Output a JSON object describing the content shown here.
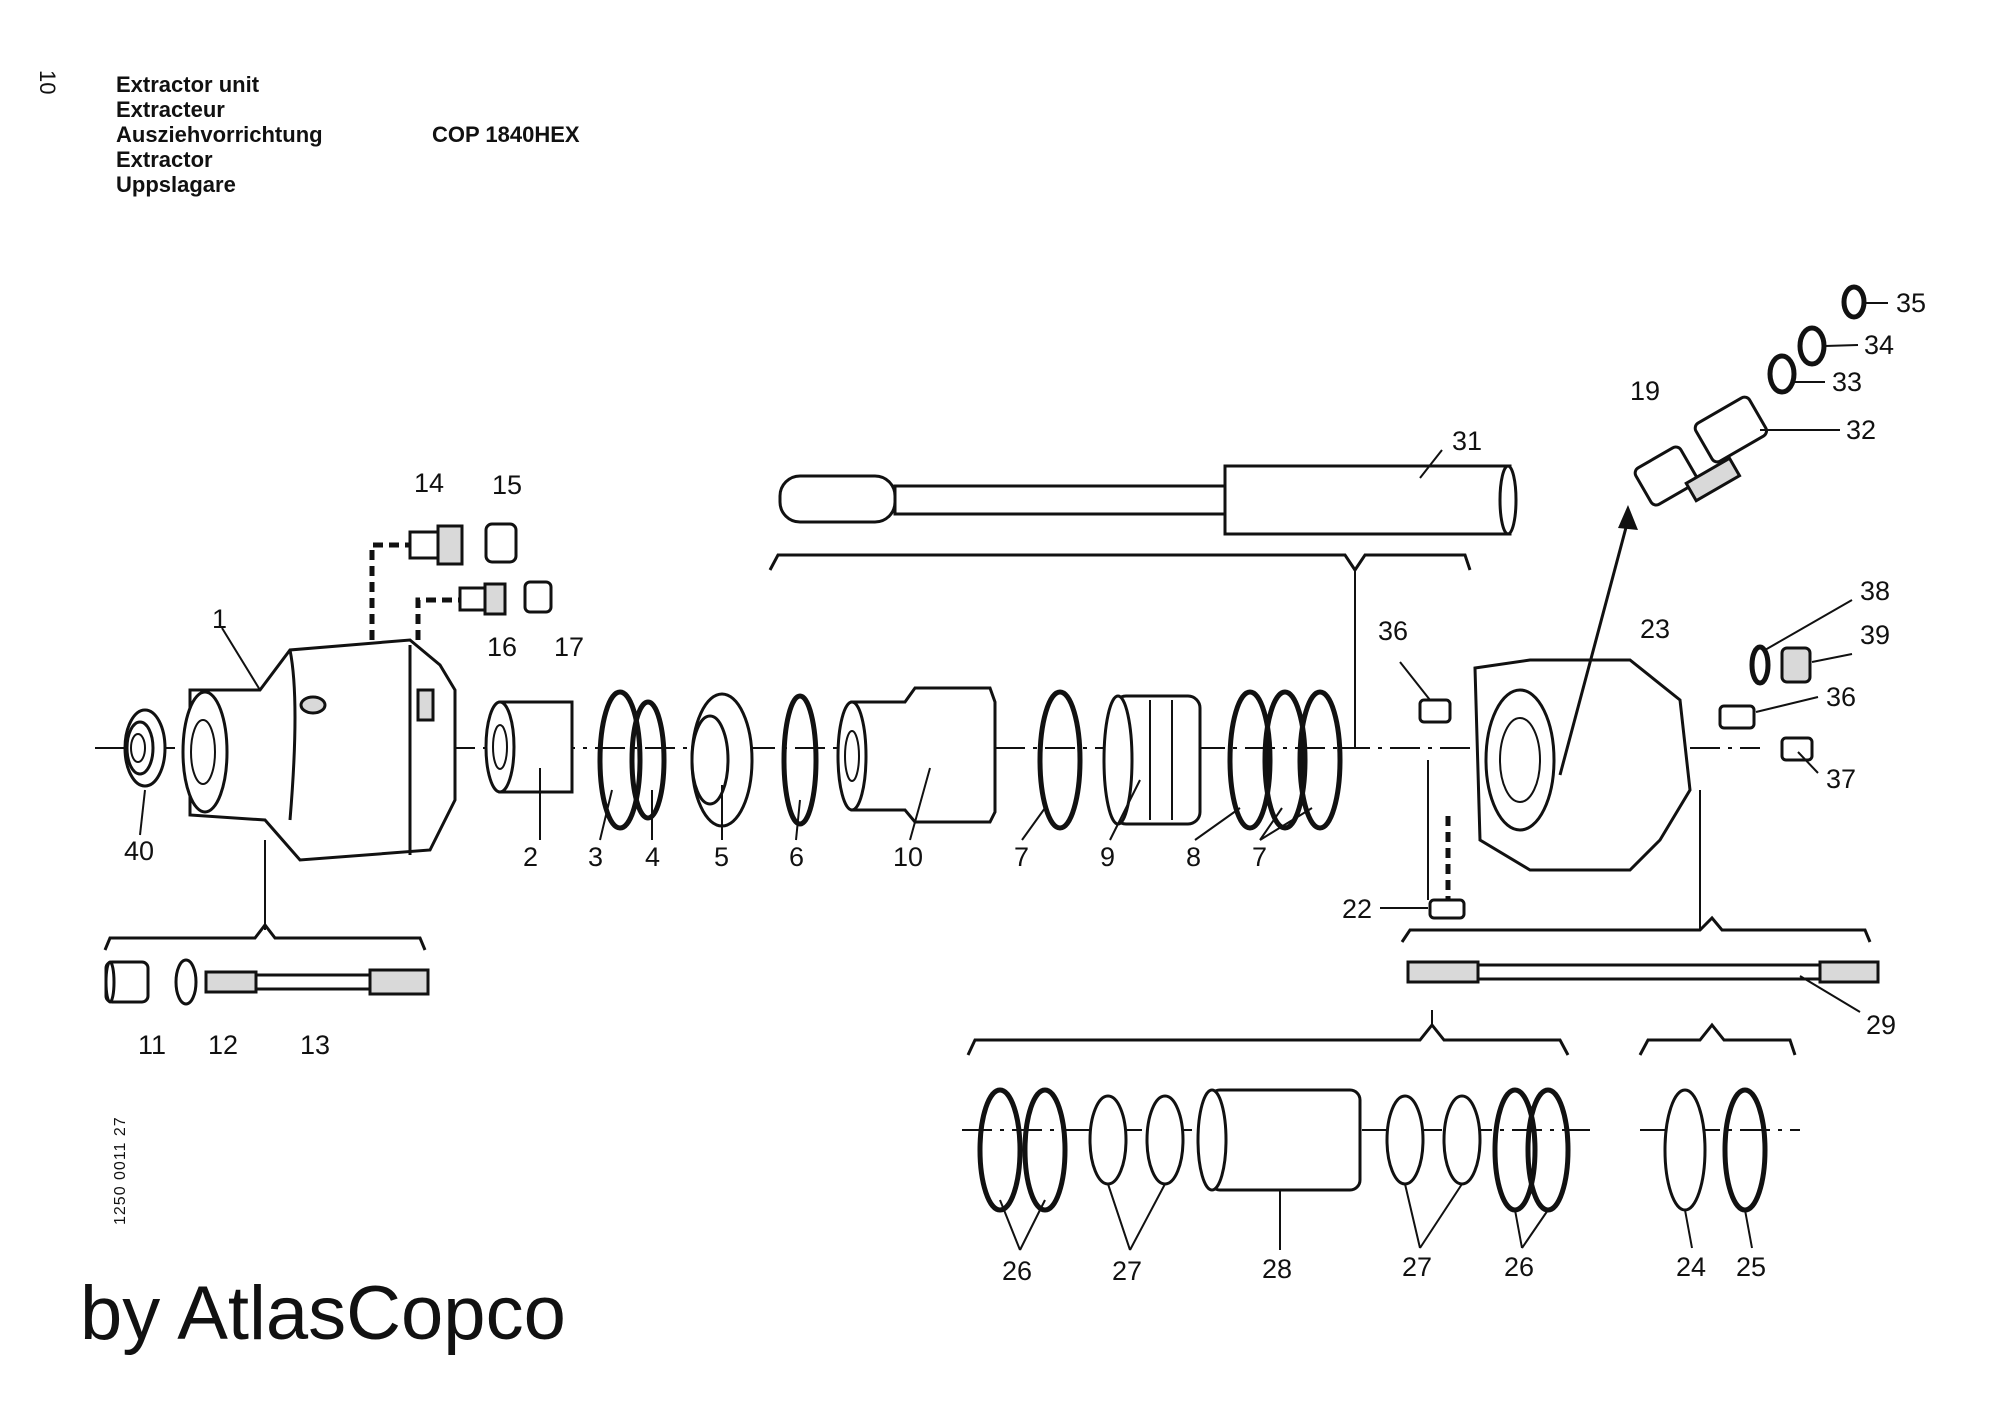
{
  "page_number": "10",
  "header": {
    "titles": [
      "Extractor unit",
      "Extracteur",
      "Ausziehvorrichtung",
      "Extractor",
      "Uppslagare"
    ],
    "model": "COP 1840HEX"
  },
  "document_number": "1250 0011 27",
  "brand": "by AtlasCopco",
  "part_labels": [
    "1",
    "2",
    "3",
    "4",
    "5",
    "6",
    "10",
    "7",
    "9",
    "8",
    "7",
    "14",
    "15",
    "16",
    "17",
    "40",
    "11",
    "12",
    "13",
    "31",
    "19",
    "32",
    "33",
    "34",
    "35",
    "36",
    "23",
    "38",
    "39",
    "36",
    "37",
    "22",
    "29",
    "26",
    "27",
    "28",
    "27",
    "26",
    "24",
    "25"
  ]
}
